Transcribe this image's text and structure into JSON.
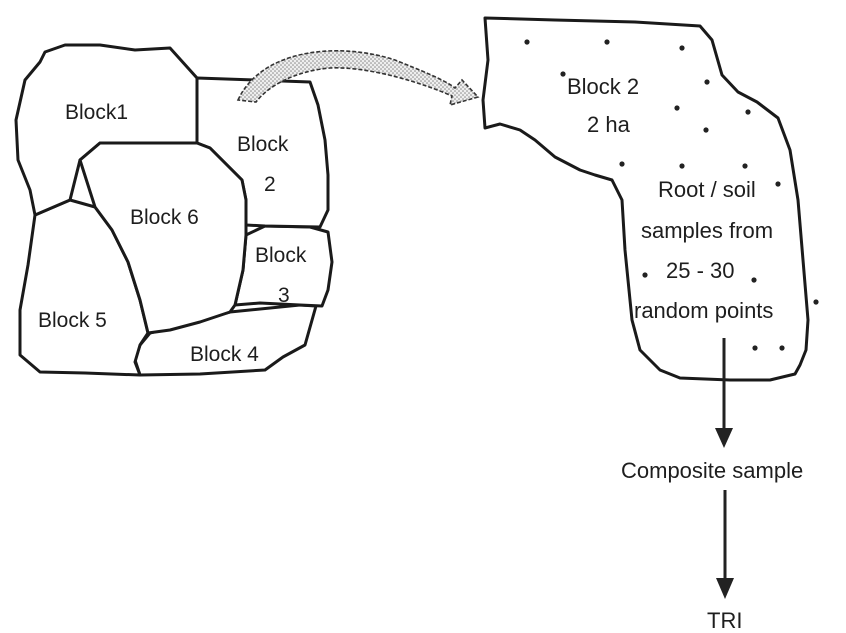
{
  "farm_blocks": {
    "block1": "Block1",
    "block2_line1": "Block",
    "block2_line2": "2",
    "block3_line1": "Block",
    "block3_line2": "3",
    "block4": "Block 4",
    "block5": "Block 5",
    "block6": "Block 6"
  },
  "sample_block": {
    "name": "Block 2",
    "area": "2 ha",
    "description_lines": [
      "Root / soil",
      "samples from",
      "25 - 30",
      "random points"
    ]
  },
  "flow_steps": [
    "Composite sample",
    "TRI"
  ],
  "colors": {
    "ink": "#1a1a1a",
    "arrow_fill": "#d9d9d9"
  }
}
